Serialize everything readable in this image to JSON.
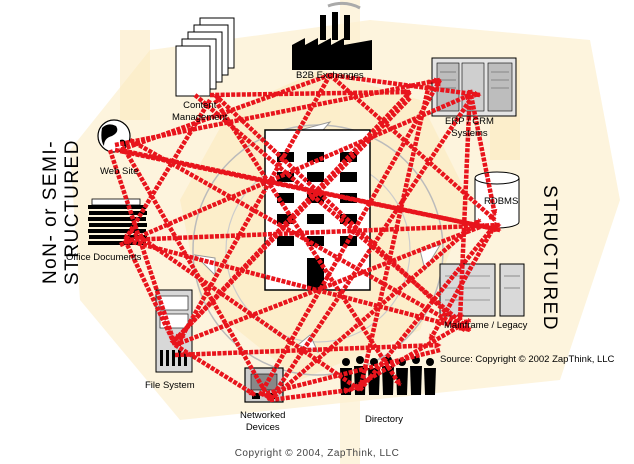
{
  "labels": {
    "left_heading_line1": "NoN- or SEMI-",
    "left_heading_line2": "STRUCTURED",
    "right_heading": "STRUCTURED",
    "b2b": "B2B Exchanges",
    "content_line1": "Content",
    "content_line2": "Management",
    "erp_line1": "ERP / CRM",
    "erp_line2": "Systems",
    "web": "Web Site",
    "rdbms": "RDBMS",
    "office": "Office Documents",
    "mainframe": "Mainframe / Legacy",
    "source": "Source: Copyright © 2002 ZapThink, LLC",
    "filesystem": "File System",
    "networked_line1": "Networked",
    "networked_line2": "Devices",
    "directory": "Directory"
  },
  "footer": {
    "copyright": "Copyright © 2004, ZapThink, LLC"
  },
  "colors": {
    "arrow_red": "#e8141c",
    "watermark": "#fbecc6"
  }
}
